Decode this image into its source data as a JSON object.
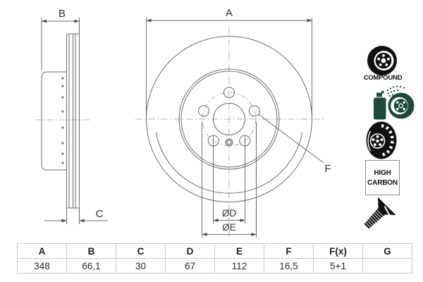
{
  "dims": {
    "a": "A",
    "b": "B",
    "c": "C",
    "f": "F",
    "d": "ØD",
    "e": "ØE"
  },
  "icons": {
    "compound_label": "COMPOUND",
    "high_carbon_line1": "HIGH",
    "high_carbon_line2": "CARBON"
  },
  "table": {
    "headers": [
      "A",
      "B",
      "C",
      "D",
      "E",
      "F",
      "F(x)",
      "G"
    ],
    "values": [
      "348",
      "66,1",
      "30",
      "67",
      "112",
      "16,5",
      "5+1",
      ""
    ]
  },
  "colors": {
    "line": "#6b6b6b",
    "centerline": "#b3b3b3",
    "arrow": "#4a4a4a",
    "icon_black": "#111111",
    "icon_green": "#1d4b38"
  }
}
